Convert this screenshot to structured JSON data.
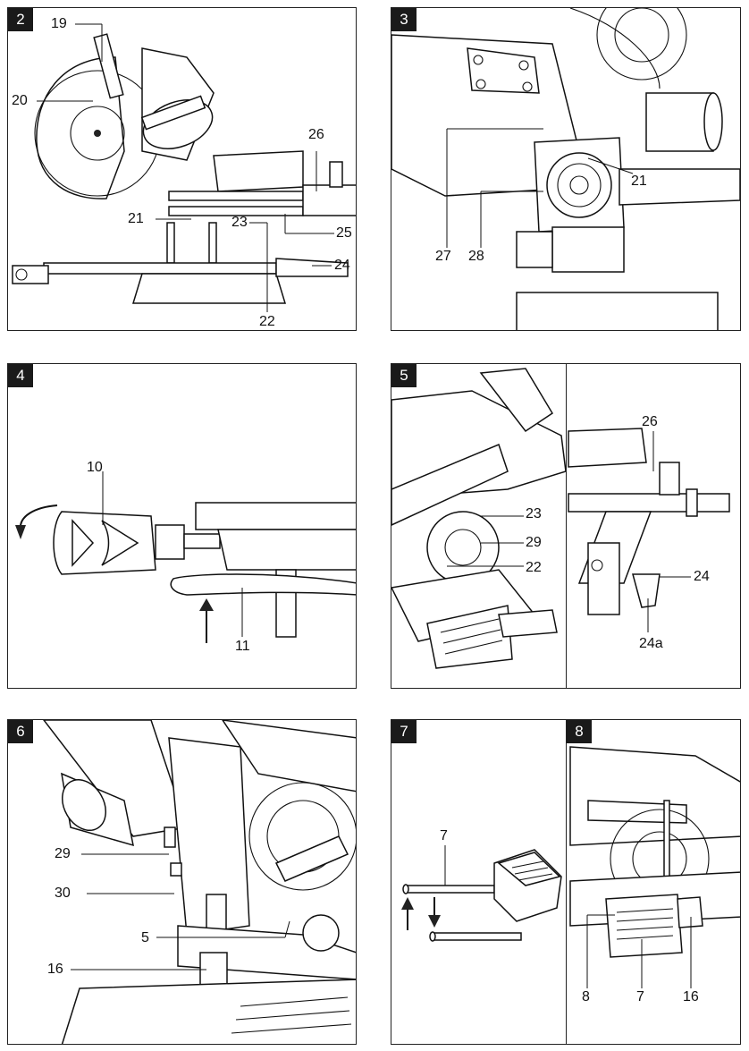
{
  "figures": [
    {
      "number": "2",
      "labels": [
        "19",
        "20",
        "26",
        "21",
        "23",
        "25",
        "24",
        "22"
      ]
    },
    {
      "number": "3",
      "labels": [
        "21",
        "27",
        "28"
      ]
    },
    {
      "number": "4",
      "labels": [
        "10",
        "11"
      ]
    },
    {
      "number": "5",
      "labels": [
        "23",
        "29",
        "22",
        "26",
        "24",
        "24a"
      ]
    },
    {
      "number": "6",
      "labels": [
        "29",
        "30",
        "5",
        "16"
      ]
    },
    {
      "number": "7",
      "labels": [
        "7"
      ]
    },
    {
      "number": "8",
      "labels": [
        "8",
        "7",
        "16"
      ]
    }
  ]
}
